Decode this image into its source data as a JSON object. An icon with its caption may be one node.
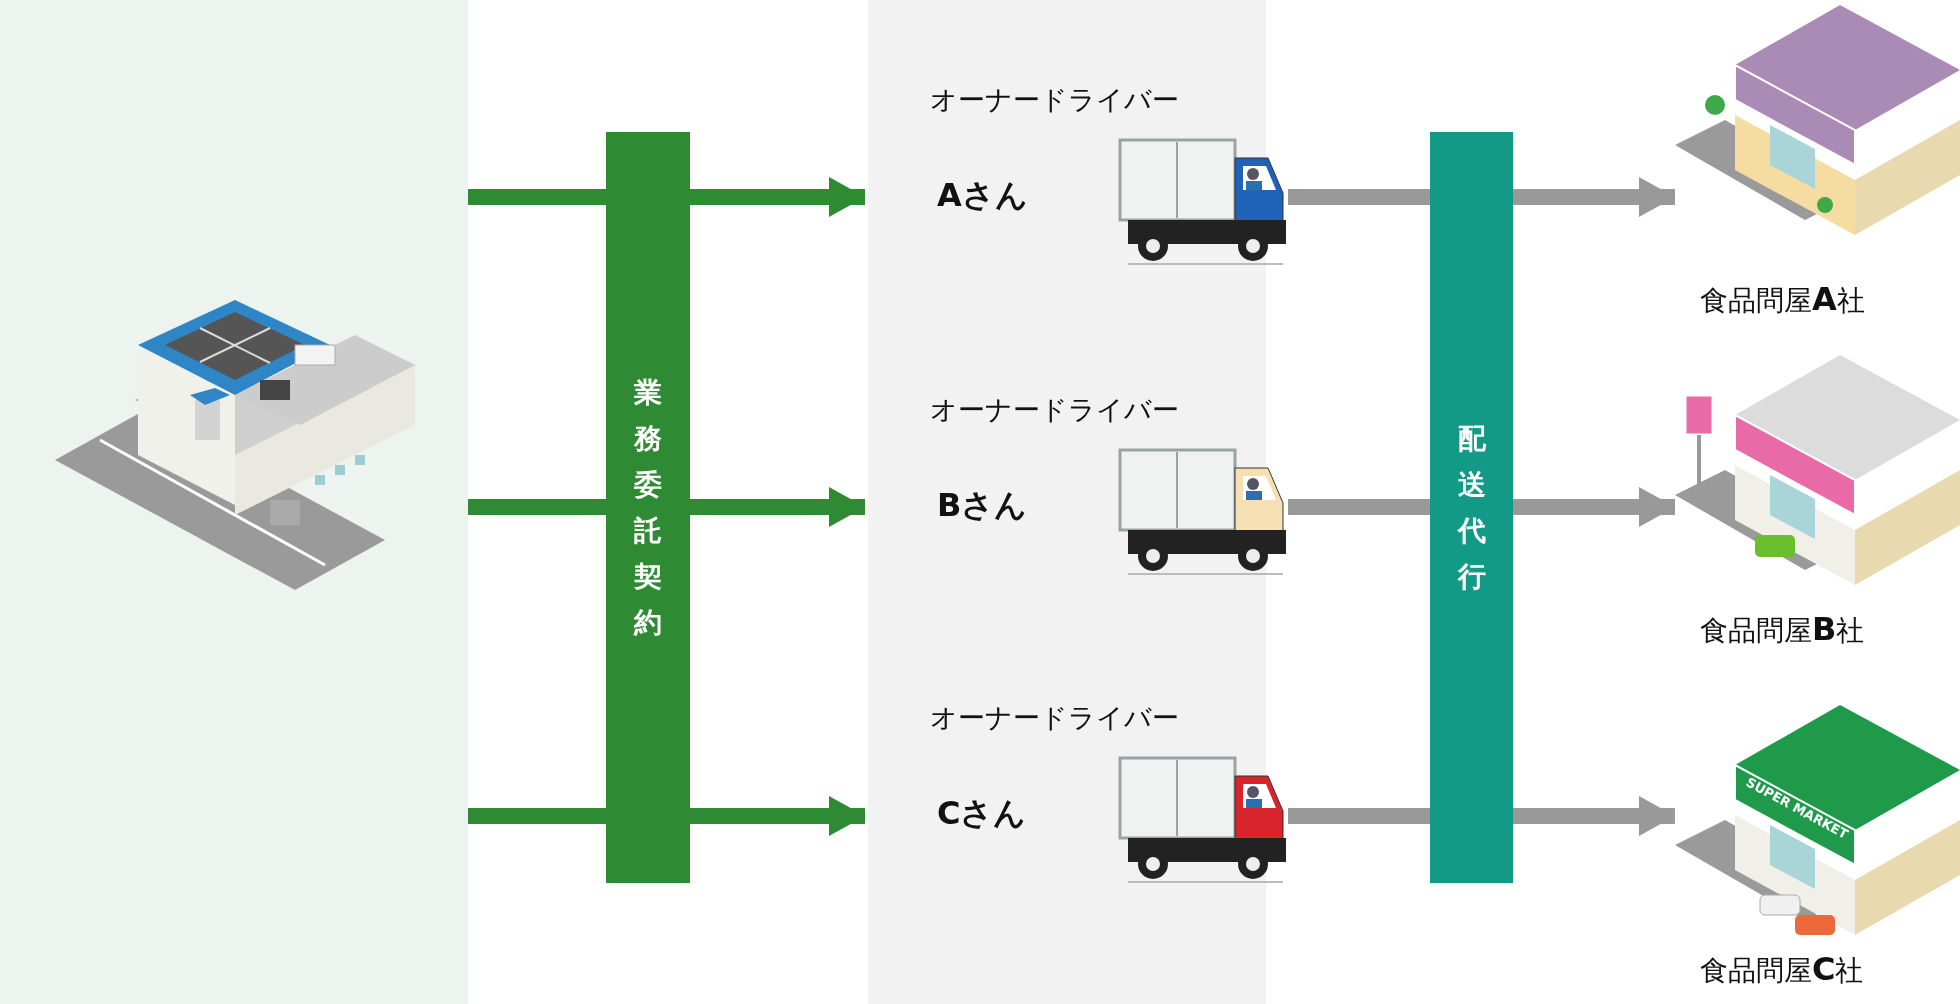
{
  "diagram": {
    "nodes": [
      {
        "text": [],
        "shape": "picture"
      },
      {
        "text": [
          "業務委託契約"
        ]
      },
      {
        "text": [
          "オーナードライバー",
          "Aさん"
        ]
      },
      {
        "text": [
          "オーナードライバー",
          "Bさん"
        ]
      },
      {
        "text": [
          "オーナードライバー",
          "Cさん"
        ]
      },
      {
        "text": [
          "配送代行"
        ]
      },
      {
        "text": [
          "食品問屋**A**社"
        ]
      },
      {
        "text": [
          "食品問屋**B**社"
        ]
      },
      {
        "text": [
          "食品問屋**C**社"
        ]
      }
    ],
    "edges": [
      {
        "from": 0,
        "to": 1,
        "arrow": "none"
      },
      {
        "from": 0,
        "to": 1,
        "arrow": "none"
      },
      {
        "from": 0,
        "to": 1,
        "arrow": "none"
      },
      {
        "from": 1,
        "to": 2,
        "arrow": "to"
      },
      {
        "from": 1,
        "to": 3,
        "arrow": "to"
      },
      {
        "from": 1,
        "to": 4,
        "arrow": "to"
      },
      {
        "from": 2,
        "to": 5,
        "arrow": "none",
        "color": "#999999"
      },
      {
        "from": 3,
        "to": 5,
        "arrow": "none",
        "color": "#999999"
      },
      {
        "from": 4,
        "to": 5,
        "arrow": "none",
        "color": "#999999"
      },
      {
        "from": 5,
        "to": 6,
        "arrow": "to",
        "color": "#999999"
      },
      {
        "from": 5,
        "to": 7,
        "arrow": "to",
        "color": "#999999"
      },
      {
        "from": 5,
        "to": 8,
        "arrow": "to",
        "color": "#999999"
      }
    ],
    "labels": [
      "SUPER MARKET"
    ]
  }
}
